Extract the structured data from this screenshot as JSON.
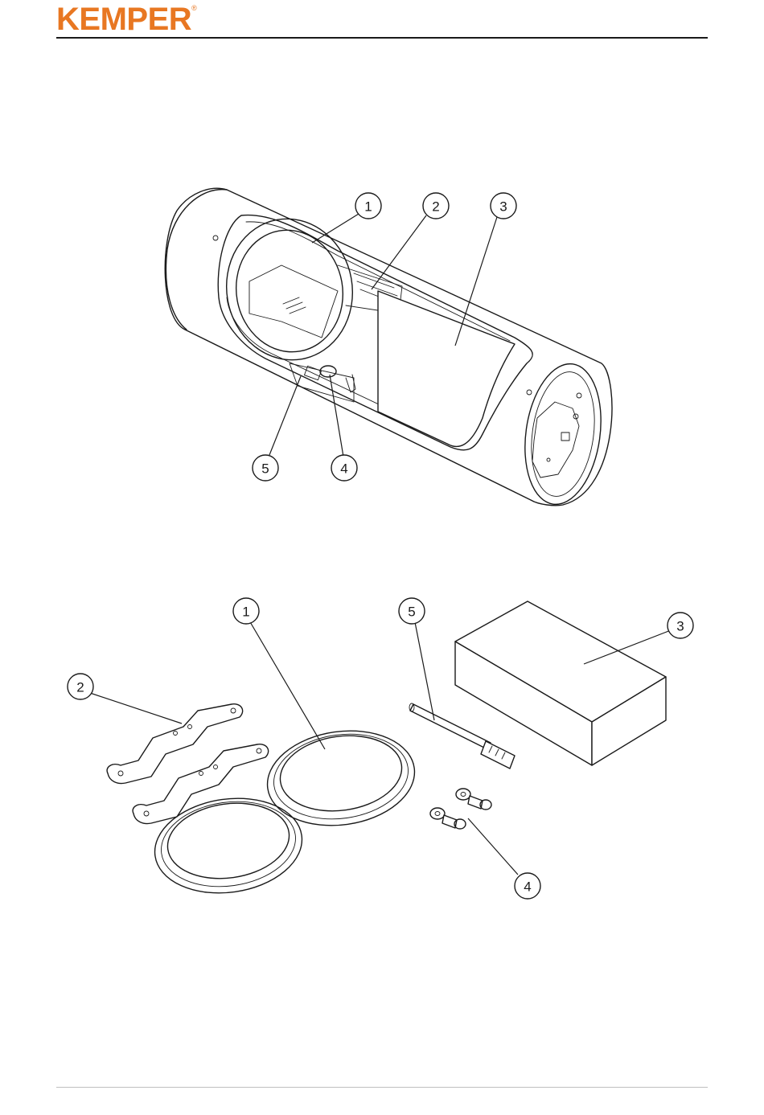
{
  "header": {
    "logo_text": "KEMPER",
    "logo_mark": "®",
    "brand_color": "#E87722"
  },
  "figure_top": {
    "callouts": [
      "1",
      "2",
      "3",
      "4",
      "5"
    ]
  },
  "figure_bottom": {
    "callouts": [
      "1",
      "2",
      "3",
      "4",
      "5"
    ]
  }
}
